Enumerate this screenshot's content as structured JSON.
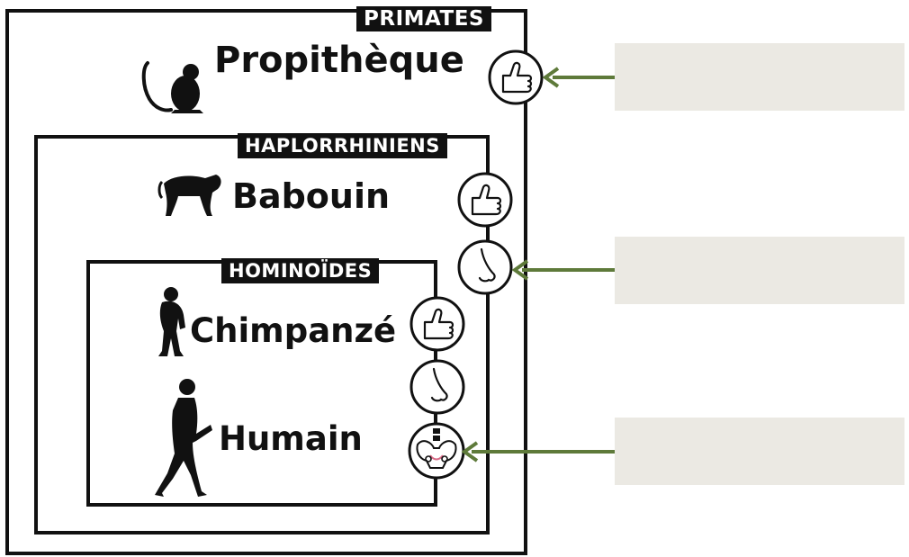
{
  "groups": {
    "primates": "PRIMATES",
    "haplorrhiniens": "HAPLORRHINIENS",
    "hominoides": "HOMINOÏDES"
  },
  "species": {
    "propitheque": "Propithèque",
    "babouin": "Babouin",
    "chimpanze": "Chimpanzé",
    "humain": "Humain"
  },
  "icons": {
    "thumb": "thumb-icon",
    "nose": "nose-icon",
    "pelvis": "pelvis-icon"
  },
  "answers": [
    "",
    "",
    ""
  ],
  "colors": {
    "arrow": "#5e7a3a",
    "answer_bg": "#ebe9e3",
    "frame": "#111111"
  }
}
